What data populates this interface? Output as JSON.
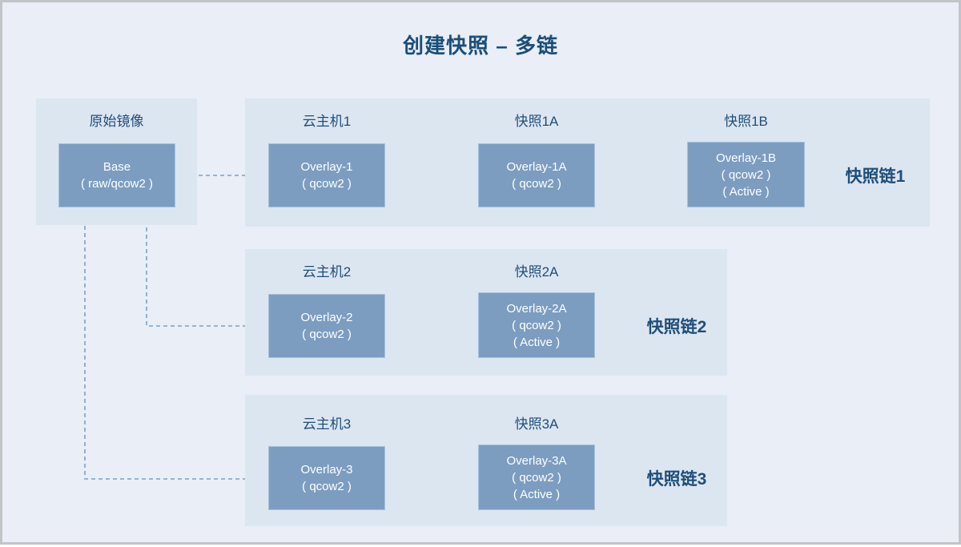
{
  "title": "创建快照 – 多链",
  "colors": {
    "background": "#E9EEF7",
    "panel": "#DCE6F1",
    "box_fill": "#7C9DC0",
    "box_text": "#FFFFFF",
    "label_text": "#1F4E79",
    "connector": "#7BA0C4",
    "border": "#C3C4C8"
  },
  "source_panel": {
    "title": "原始镜像",
    "box": {
      "line1": "Base",
      "line2": "( raw/qcow2 )"
    }
  },
  "chains": [
    {
      "label": "快照链1",
      "nodes": [
        {
          "title": "云主机1",
          "line1": "Overlay-1",
          "line2": "( qcow2 )"
        },
        {
          "title": "快照1A",
          "line1": "Overlay-1A",
          "line2": "( qcow2 )"
        },
        {
          "title": "快照1B",
          "line1": "Overlay-1B",
          "line2": "( qcow2 )",
          "line3": "( Active )"
        }
      ]
    },
    {
      "label": "快照链2",
      "nodes": [
        {
          "title": "云主机2",
          "line1": "Overlay-2",
          "line2": "( qcow2 )"
        },
        {
          "title": "快照2A",
          "line1": "Overlay-2A",
          "line2": "( qcow2 )",
          "line3": "( Active )"
        }
      ]
    },
    {
      "label": "快照链3",
      "nodes": [
        {
          "title": "云主机3",
          "line1": "Overlay-3",
          "line2": "( qcow2 )"
        },
        {
          "title": "快照3A",
          "line1": "Overlay-3A",
          "line2": "( qcow2 )",
          "line3": "( Active )"
        }
      ]
    }
  ]
}
